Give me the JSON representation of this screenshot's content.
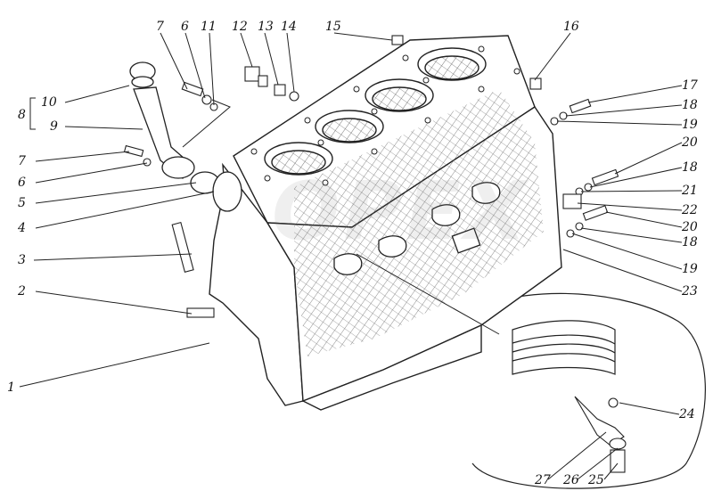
{
  "callouts": [
    {
      "id": "1",
      "text": "1"
    },
    {
      "id": "2",
      "text": "2"
    },
    {
      "id": "3",
      "text": "3"
    },
    {
      "id": "4",
      "text": "4"
    },
    {
      "id": "5",
      "text": "5"
    },
    {
      "id": "6a",
      "text": "6"
    },
    {
      "id": "7a",
      "text": "7"
    },
    {
      "id": "8",
      "text": "8"
    },
    {
      "id": "9",
      "text": "9"
    },
    {
      "id": "10",
      "text": "10"
    },
    {
      "id": "7b",
      "text": "7"
    },
    {
      "id": "6b",
      "text": "6"
    },
    {
      "id": "11",
      "text": "11"
    },
    {
      "id": "12",
      "text": "12"
    },
    {
      "id": "13",
      "text": "13"
    },
    {
      "id": "14",
      "text": "14"
    },
    {
      "id": "15",
      "text": "15"
    },
    {
      "id": "16",
      "text": "16"
    },
    {
      "id": "17",
      "text": "17"
    },
    {
      "id": "18a",
      "text": "18"
    },
    {
      "id": "19a",
      "text": "19"
    },
    {
      "id": "20a",
      "text": "20"
    },
    {
      "id": "18b",
      "text": "18"
    },
    {
      "id": "21",
      "text": "21"
    },
    {
      "id": "22",
      "text": "22"
    },
    {
      "id": "20b",
      "text": "20"
    },
    {
      "id": "18c",
      "text": "18"
    },
    {
      "id": "19b",
      "text": "19"
    },
    {
      "id": "23",
      "text": "23"
    },
    {
      "id": "24",
      "text": "24"
    },
    {
      "id": "27",
      "text": "27"
    },
    {
      "id": "26",
      "text": "26"
    },
    {
      "id": "25",
      "text": "25"
    }
  ],
  "watermark": "OPEX"
}
